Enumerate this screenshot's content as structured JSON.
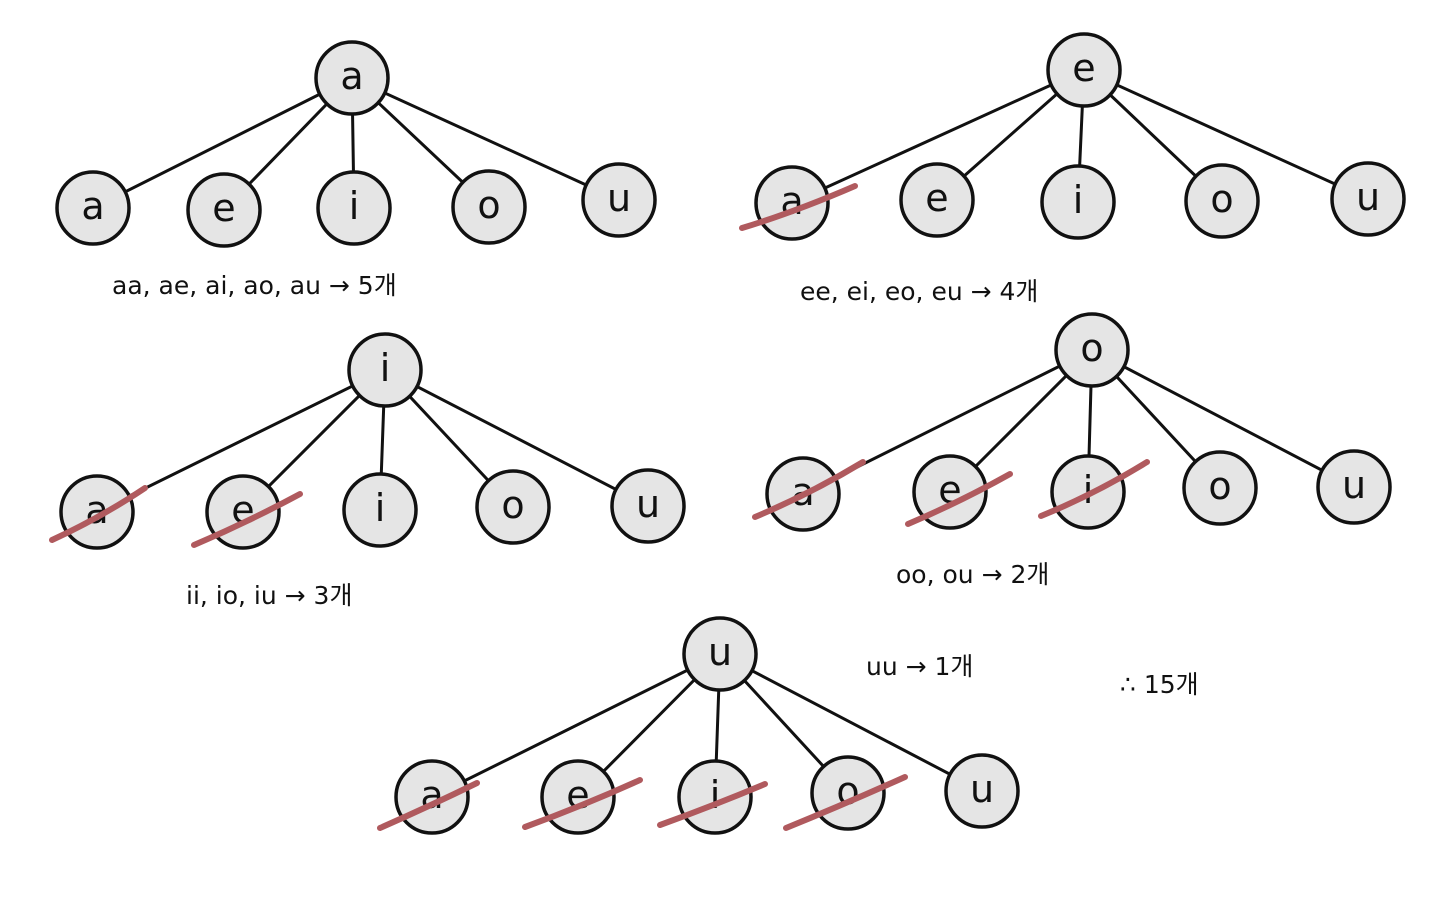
{
  "colors": {
    "node_fill": "#e5e5e5",
    "ink": "#111111",
    "strike": "#b05a5e"
  },
  "trees": [
    {
      "root": "a",
      "children": [
        {
          "label": "a",
          "crossed": false
        },
        {
          "label": "e",
          "crossed": false
        },
        {
          "label": "i",
          "crossed": false
        },
        {
          "label": "o",
          "crossed": false
        },
        {
          "label": "u",
          "crossed": false
        }
      ],
      "caption": "aa, ae, ai, ao, au → 5개"
    },
    {
      "root": "e",
      "children": [
        {
          "label": "a",
          "crossed": true
        },
        {
          "label": "e",
          "crossed": false
        },
        {
          "label": "i",
          "crossed": false
        },
        {
          "label": "o",
          "crossed": false
        },
        {
          "label": "u",
          "crossed": false
        }
      ],
      "caption": "ee, ei, eo, eu → 4개"
    },
    {
      "root": "i",
      "children": [
        {
          "label": "a",
          "crossed": true
        },
        {
          "label": "e",
          "crossed": true
        },
        {
          "label": "i",
          "crossed": false
        },
        {
          "label": "o",
          "crossed": false
        },
        {
          "label": "u",
          "crossed": false
        }
      ],
      "caption": "ii, io, iu → 3개"
    },
    {
      "root": "o",
      "children": [
        {
          "label": "a",
          "crossed": true
        },
        {
          "label": "e",
          "crossed": true
        },
        {
          "label": "i",
          "crossed": true
        },
        {
          "label": "o",
          "crossed": false
        },
        {
          "label": "u",
          "crossed": false
        }
      ],
      "caption": "oo, ou → 2개"
    },
    {
      "root": "u",
      "children": [
        {
          "label": "a",
          "crossed": true
        },
        {
          "label": "e",
          "crossed": true
        },
        {
          "label": "i",
          "crossed": true
        },
        {
          "label": "o",
          "crossed": true
        },
        {
          "label": "u",
          "crossed": false
        }
      ],
      "caption": "uu → 1개"
    }
  ],
  "total": "∴ 15개"
}
